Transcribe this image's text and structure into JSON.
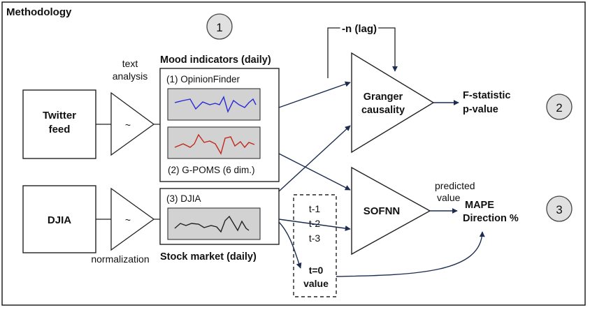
{
  "title": "Methodology",
  "steps": [
    "1",
    "2",
    "3"
  ],
  "inputs": {
    "twitter": [
      "Twitter",
      "feed"
    ],
    "djia": "DJIA"
  },
  "filters": {
    "symbol": "~",
    "text_analysis": [
      "text",
      "analysis"
    ],
    "normalization": "normalization"
  },
  "mood": {
    "heading": "Mood indicators (daily)",
    "opinionfinder": "(1) OpinionFinder",
    "gpoms": "(2) G-POMS (6 dim.)"
  },
  "stock": {
    "heading": "Stock market (daily)",
    "djia": "(3) DJIA"
  },
  "lag_label": "-n (lag)",
  "granger": [
    "Granger",
    "causality"
  ],
  "granger_outputs": [
    "F-statistic",
    "p-value"
  ],
  "sofnn": "SOFNN",
  "predicted": [
    "predicted",
    "value"
  ],
  "sofnn_outputs": [
    "MAPE",
    "Direction %"
  ],
  "lags": [
    "t-1",
    "t-2",
    "t-3"
  ],
  "t0": [
    "t=0",
    "value"
  ],
  "colors": {
    "opinionfinder": "#2a2ad8",
    "gpoms": "#c0281c",
    "djia": "#222222",
    "sparkline_bg": "#d2d2d2",
    "circle_fill": "#e0e0e0",
    "arrow": "#1d2d4f"
  },
  "icons": {
    "granger": "triangle-amplifier-icon",
    "sofnn": "triangle-amplifier-icon",
    "filter": "triangle-filter-icon"
  }
}
